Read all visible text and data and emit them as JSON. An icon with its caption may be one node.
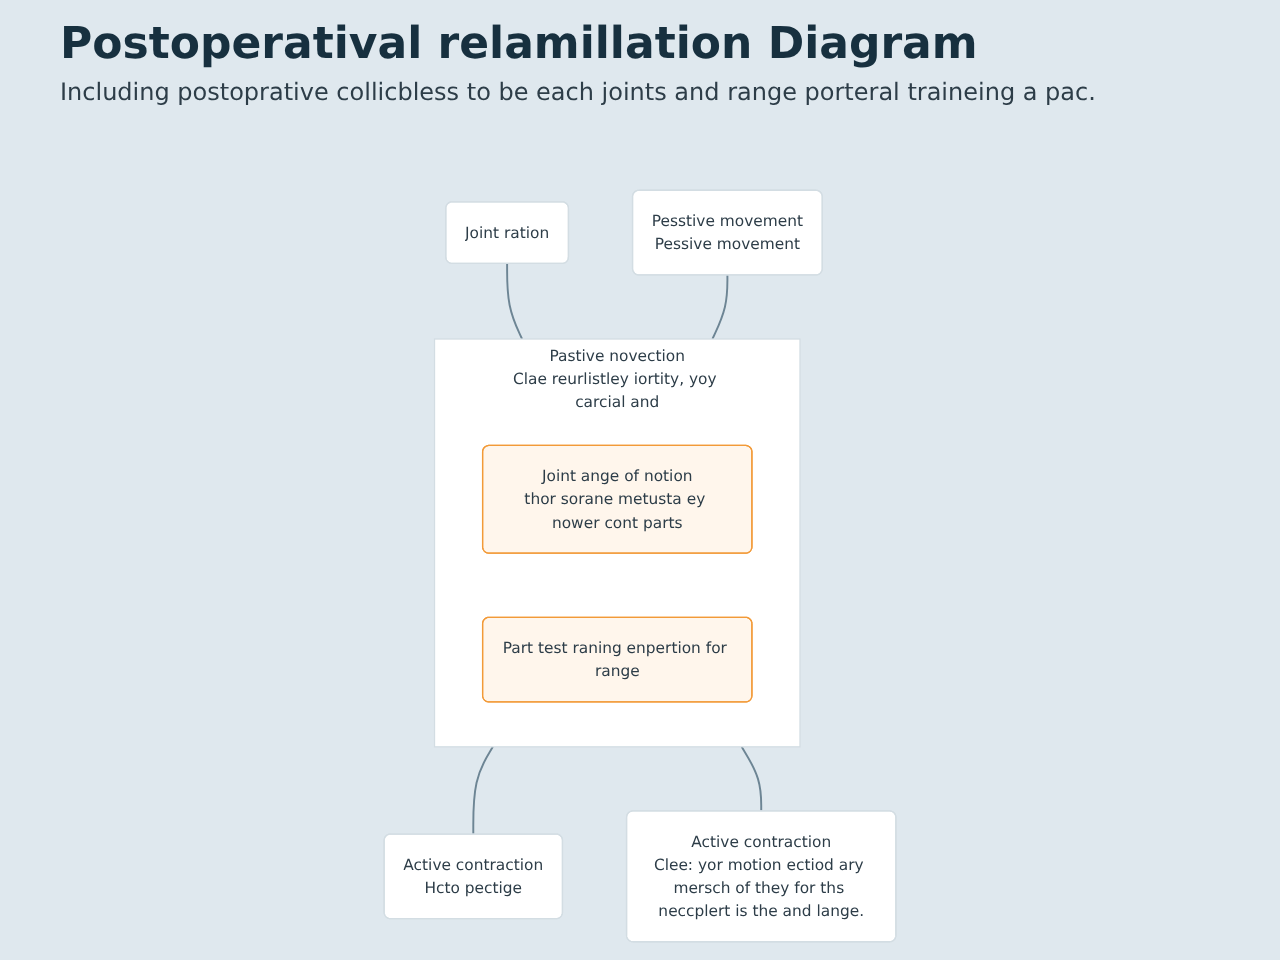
{
  "diagram": {
    "title": "Postoperatival relamillation Diagram",
    "caption": "Including postoprative collicbless to be each joints and range porteral traineing a pac.",
    "nodes": [
      {
        "text": [
          "Joint ration"
        ]
      },
      {
        "text": [
          "Pesstive movement",
          "Pessive movement"
        ]
      },
      {
        "text": [
          "Pastive novection",
          "Clae reurlistley iortity, yoy carcial and"
        ]
      },
      {
        "text": [
          "Joint ange of notion",
          "thor sorane metusta ey nower cont parts"
        ],
        "in": 2
      },
      {
        "text": [
          "Part test raning enpertion for range"
        ],
        "in": 2
      },
      {
        "text": [
          "Active contraction",
          "Hcto pectige"
        ]
      },
      {
        "text": [
          "Active contraction",
          "Clee: yor motion ectiod ary mersch of they for ths neccplert is the and lange."
        ]
      }
    ],
    "edges": [
      {
        "from": 0,
        "to": 2,
        "arrow": "none"
      },
      {
        "from": 1,
        "to": 2,
        "arrow": "none"
      },
      {
        "from": 2,
        "to": 5,
        "arrow": "none"
      },
      {
        "from": 2,
        "to": 6,
        "arrow": "none"
      }
    ]
  }
}
